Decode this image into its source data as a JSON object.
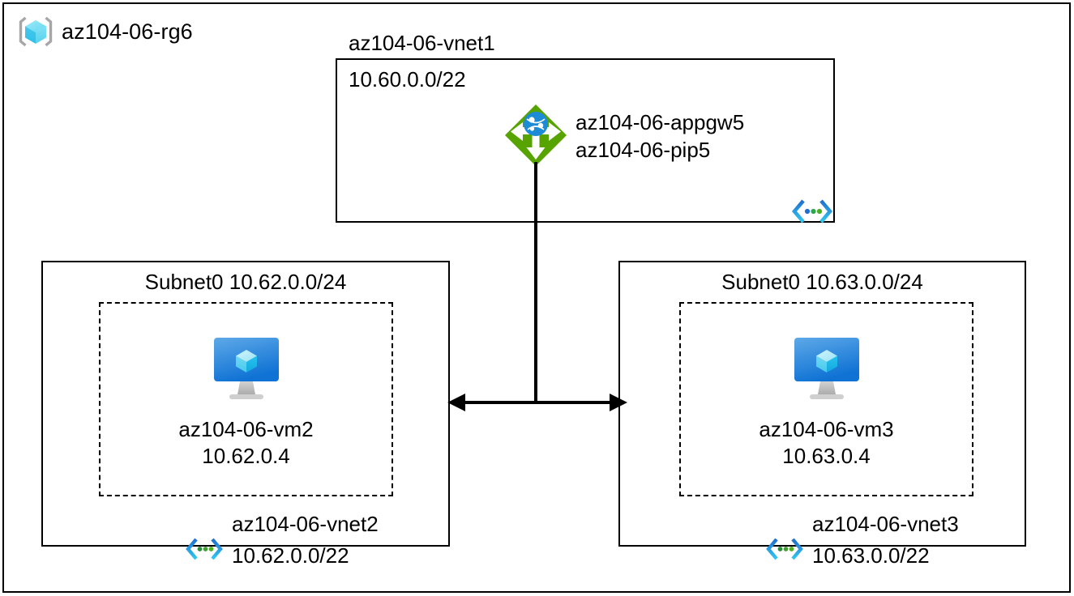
{
  "resource_group": {
    "name": "az104-06-rg6",
    "icon": "resource-group-cube-icon"
  },
  "vnet1": {
    "name": "az104-06-vnet1",
    "cidr": "10.60.0.0/22",
    "badge_icon": "virtual-network-icon",
    "appgw": {
      "icon": "application-gateway-icon",
      "name": "az104-06-appgw5",
      "public_ip": "az104-06-pip5"
    }
  },
  "vnet2": {
    "subnet_title": "Subnet0 10.62.0.0/24",
    "vm": {
      "icon": "virtual-machine-icon",
      "name": "az104-06-vm2",
      "ip": "10.62.0.4"
    },
    "badge_icon": "virtual-network-icon",
    "name": "az104-06-vnet2",
    "cidr": "10.62.0.0/22"
  },
  "vnet3": {
    "subnet_title": "Subnet0 10.63.0.0/24",
    "vm": {
      "icon": "virtual-machine-icon",
      "name": "az104-06-vm3",
      "ip": "10.63.0.4"
    },
    "badge_icon": "virtual-network-icon",
    "name": "az104-06-vnet3",
    "cidr": "10.63.0.0/22"
  },
  "colors": {
    "appgw_green": "#57A300",
    "appgw_globe_blue": "#1E8BD6",
    "vnet_cyan": "#32C8F0",
    "vnet_blue": "#1F6FD0",
    "vnet_dot_green": "#4CAF22",
    "vm_monitor_blue": "#2E8FE0",
    "cube_cyan": "#8FE3F5",
    "rg_bracket_gray": "#A6A6A6",
    "line_black": "#000000"
  }
}
